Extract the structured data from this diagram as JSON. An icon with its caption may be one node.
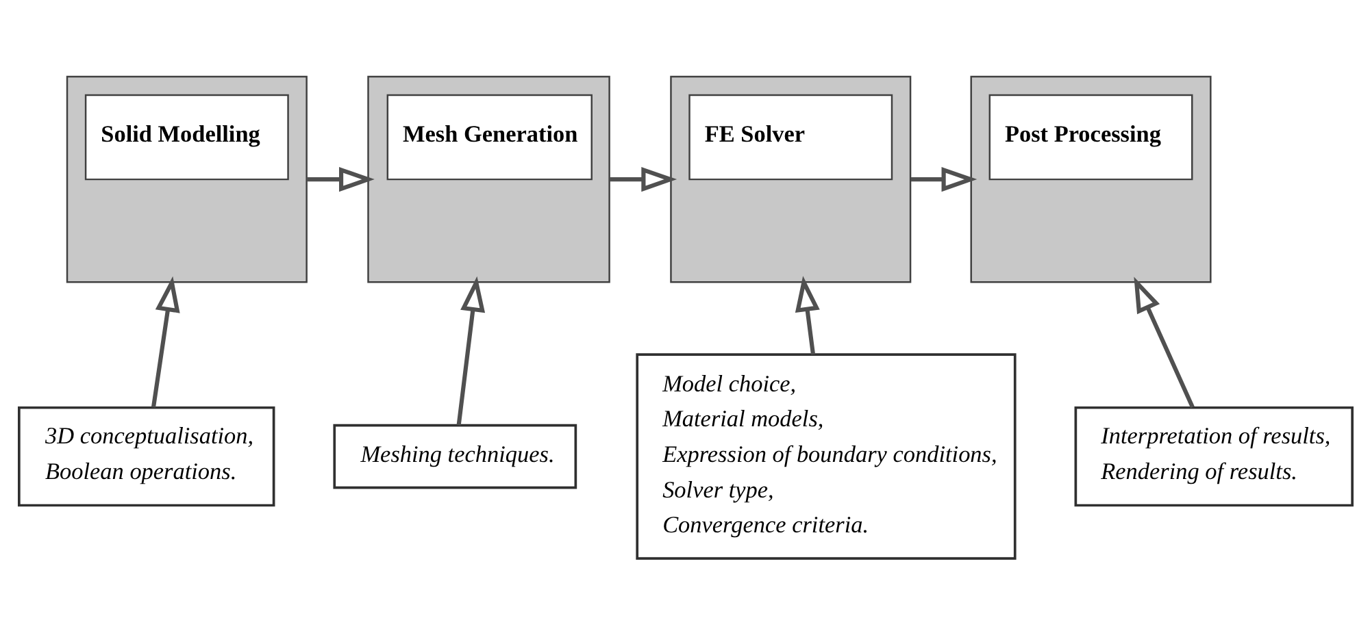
{
  "diagram": {
    "nodes": [
      {
        "text": [
          "Solid Modelling"
        ]
      },
      {
        "text": [
          "Mesh Generation"
        ]
      },
      {
        "text": [
          "FE Solver"
        ]
      },
      {
        "text": [
          "Post Processing"
        ]
      },
      {
        "text": [
          "3D conceptualisation,",
          "Boolean operations."
        ]
      },
      {
        "text": [
          "Meshing techniques."
        ]
      },
      {
        "text": [
          "Model choice,",
          "Material models,",
          "Expression of boundary conditions,",
          "Solver type,",
          "Convergence criteria."
        ]
      },
      {
        "text": [
          "Interpretation of results,",
          "Rendering of results."
        ]
      }
    ],
    "edges": [
      {
        "from": 0,
        "to": 1,
        "arrow": "to"
      },
      {
        "from": 1,
        "to": 2,
        "arrow": "to"
      },
      {
        "from": 2,
        "to": 3,
        "arrow": "to"
      },
      {
        "from": 4,
        "to": 0,
        "arrow": "to"
      },
      {
        "from": 5,
        "to": 1,
        "arrow": "to"
      },
      {
        "from": 6,
        "to": 2,
        "arrow": "to"
      },
      {
        "from": 7,
        "to": 3,
        "arrow": "to"
      }
    ]
  }
}
